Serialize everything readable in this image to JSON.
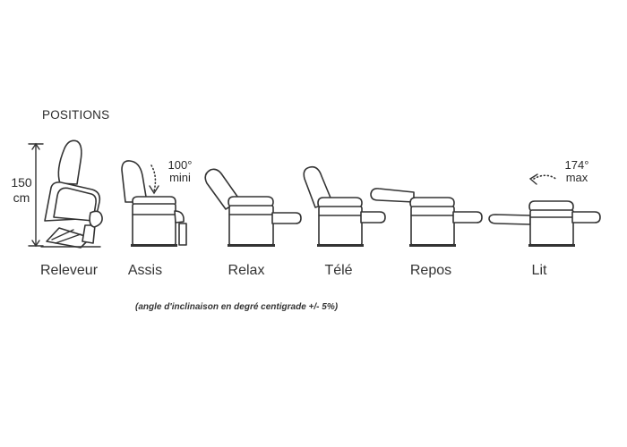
{
  "title": "POSITIONS",
  "dimension": {
    "value": "150",
    "unit": "cm"
  },
  "angle_min": {
    "value": "100°",
    "label": "mini"
  },
  "angle_max": {
    "value": "174°",
    "label": "max"
  },
  "positions": [
    "Releveur",
    "Assis",
    "Relax",
    "Télé",
    "Repos",
    "Lit"
  ],
  "note": "(angle d'inclinaison en degré centigrade +/- 5%)",
  "colors": {
    "line": "#333333",
    "background": "#ffffff"
  }
}
